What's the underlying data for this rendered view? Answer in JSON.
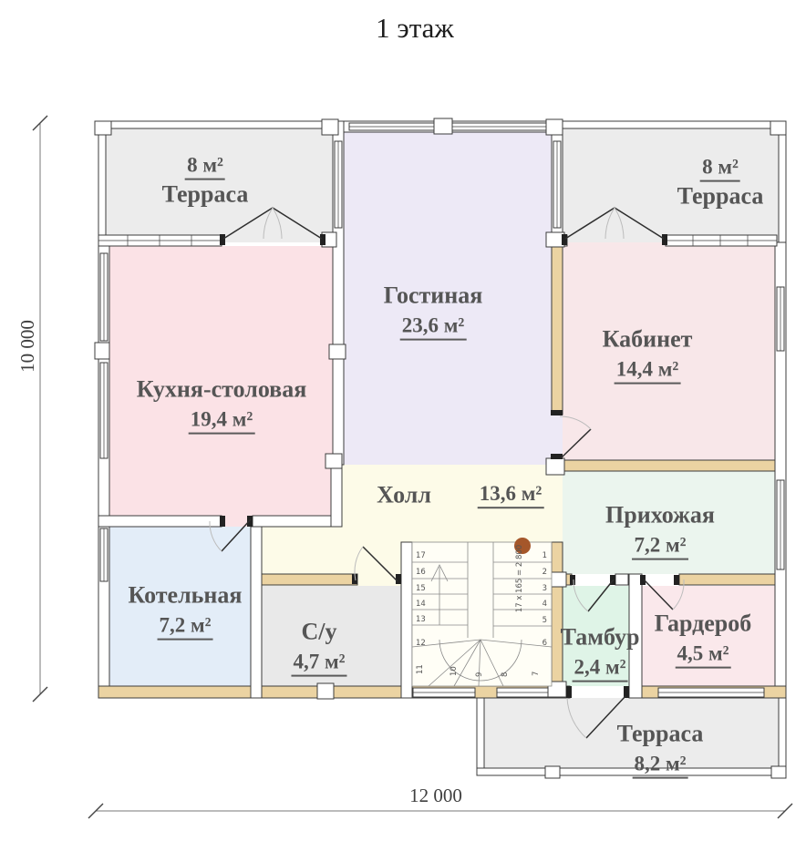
{
  "title": "1 этаж",
  "rooms": [
    {
      "name": "Терраса",
      "area": "8 м²"
    },
    {
      "name": "Гостиная",
      "area": "23,6 м²"
    },
    {
      "name": "Терраса",
      "area": "8 м²"
    },
    {
      "name": "Кухня-столовая",
      "area": "19,4 м²"
    },
    {
      "name": "Кабинет",
      "area": "14,4 м²"
    },
    {
      "name": "Холл",
      "area": "13,6 м²"
    },
    {
      "name": "Прихожая",
      "area": "7,2 м²"
    },
    {
      "name": "Котельная",
      "area": "7,2 м²"
    },
    {
      "name": "С/у",
      "area": "4,7 м²"
    },
    {
      "name": "Тамбур",
      "area": "2,4 м²"
    },
    {
      "name": "Гардероб",
      "area": "4,5 м²"
    },
    {
      "name": "Терраса",
      "area": "8,2 м²"
    }
  ],
  "stairs": {
    "note": "17 x 165 = 2 800",
    "steps": [
      "1",
      "2",
      "3",
      "4",
      "5",
      "6",
      "7",
      "8",
      "9",
      "10",
      "11",
      "12",
      "13",
      "14",
      "15",
      "16",
      "17"
    ]
  },
  "dimensions": {
    "height": "10 000",
    "width": "12 000"
  },
  "colors": {
    "wall_wood": "#EBD3A2",
    "terrace": "#ECECEC",
    "living": "#EDE9F6",
    "kitchen": "#FBE2E6",
    "office": "#F8E7E9",
    "hall": "#FDFBE8",
    "entry": "#EBF5EE",
    "boiler": "#E3EDF8",
    "bath": "#E9E9E9",
    "tambour": "#DFF4E7",
    "wardrobe": "#FAE8EB",
    "stair_marker": "#A5572A",
    "label_text": "#555555"
  }
}
